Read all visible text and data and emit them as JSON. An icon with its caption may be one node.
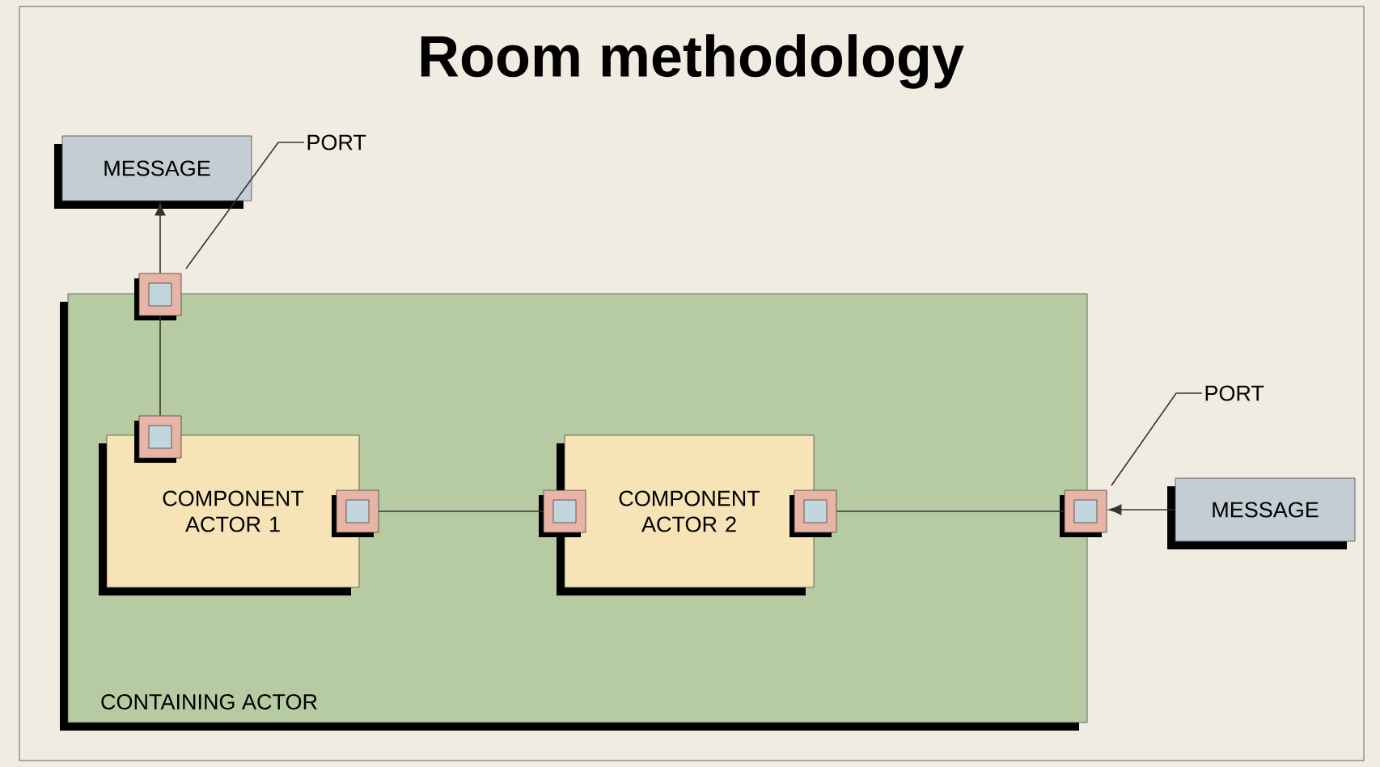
{
  "diagram": {
    "title": "Room methodology",
    "nodes": [
      {
        "text": [
          "MESSAGE"
        ]
      },
      {
        "text": [
          "PORT"
        ]
      },
      {
        "text": [
          "CONTAINING ACTOR"
        ]
      },
      {
        "text": [
          "COMPONENT ACTOR 1"
        ],
        "in": 2
      },
      {
        "text": [
          "COMPONENT ACTOR 2"
        ],
        "in": 2
      },
      {
        "text": [
          "PORT"
        ]
      },
      {
        "text": [
          "MESSAGE"
        ]
      },
      {
        "text": [],
        "shape": "box"
      },
      {
        "text": [],
        "shape": "box",
        "in": 2
      },
      {
        "text": [],
        "shape": "box",
        "in": 2
      },
      {
        "text": [],
        "shape": "box",
        "in": 2
      },
      {
        "text": [],
        "shape": "box",
        "in": 2
      },
      {
        "text": [],
        "shape": "box"
      }
    ],
    "edges": [
      {
        "from": 7,
        "to": 0,
        "arrow": "to"
      },
      {
        "from": 8,
        "to": 7,
        "arrow": "none"
      },
      {
        "from": 9,
        "to": 10,
        "arrow": "none"
      },
      {
        "from": 11,
        "to": 12,
        "arrow": "none"
      },
      {
        "from": 6,
        "to": 12,
        "arrow": "to"
      },
      {
        "from": 1,
        "to": 7,
        "arrow": "none"
      },
      {
        "from": 5,
        "to": 12,
        "arrow": "none"
      }
    ]
  }
}
